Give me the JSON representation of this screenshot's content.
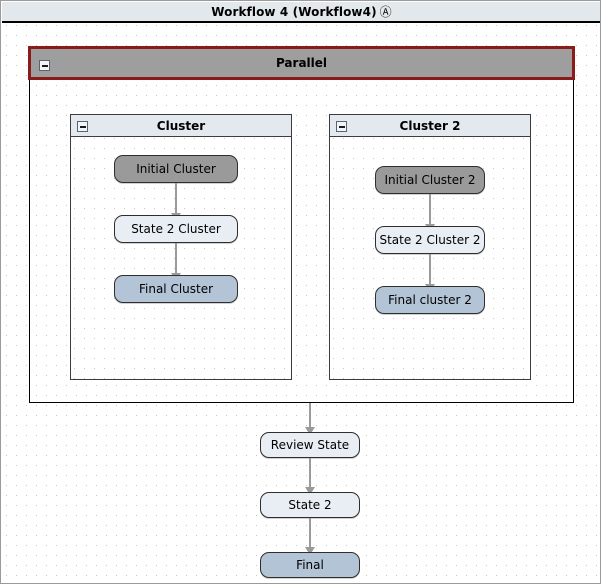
{
  "window": {
    "title": "Workflow 4 (Workflow4)",
    "annotation_badge": "Ⓐ"
  },
  "colors": {
    "parallel_border": "#8b1a1a",
    "parallel_header_bg": "#9e9e9e",
    "cluster_header_bg": "#e3e9ef",
    "node_initial_bg": "#9a9a9a",
    "node_state_bg": "#e8eef3",
    "node_final_bg": "#b2c4d6",
    "edge": "#9a9a9a",
    "titlebar_bg": "#e3e8ec",
    "grid_dot": "#c8c8c8"
  },
  "diagram": {
    "type": "workflow-state-diagram",
    "parallel": {
      "label": "Parallel",
      "collapse_label": "−",
      "branches": [
        {
          "label": "Cluster",
          "collapse_label": "−",
          "nodes": [
            {
              "label": "Initial Cluster",
              "kind": "initial"
            },
            {
              "label": "State 2 Cluster",
              "kind": "state"
            },
            {
              "label": "Final Cluster",
              "kind": "final"
            }
          ]
        },
        {
          "label": "Cluster 2",
          "collapse_label": "−",
          "nodes": [
            {
              "label": "Initial Cluster 2",
              "kind": "initial"
            },
            {
              "label": "State 2 Cluster 2",
              "kind": "state"
            },
            {
              "label": "Final cluster 2",
              "kind": "final"
            }
          ]
        }
      ]
    },
    "trailing_nodes": [
      {
        "label": "Review State",
        "kind": "state"
      },
      {
        "label": "State 2",
        "kind": "state"
      },
      {
        "label": "Final",
        "kind": "final"
      }
    ]
  }
}
